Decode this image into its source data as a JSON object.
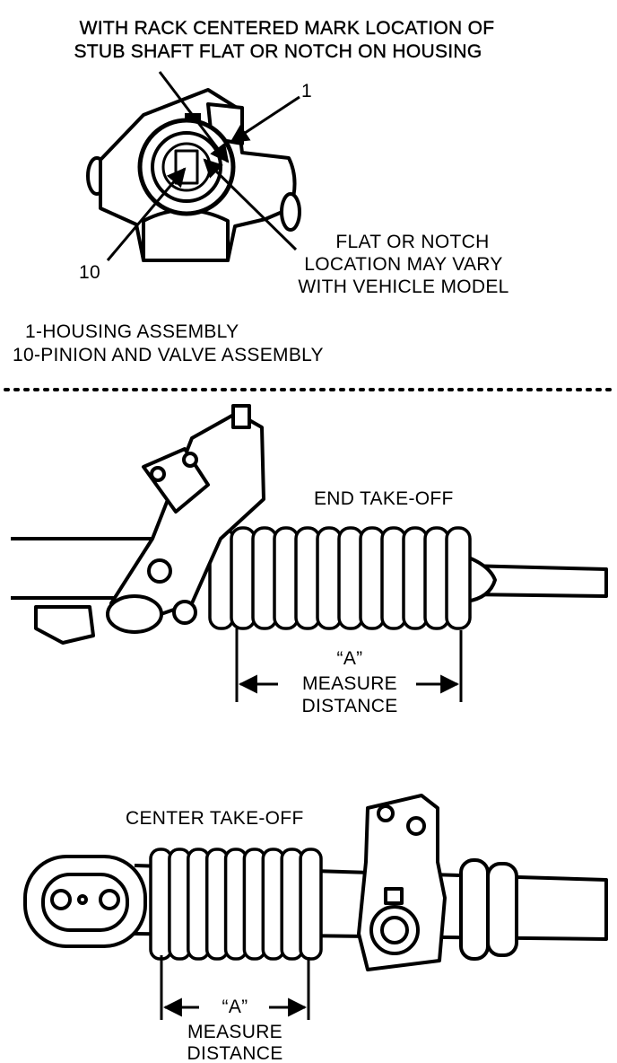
{
  "top": {
    "heading_line1": "WITH RACK CENTERED MARK LOCATION OF",
    "heading_line2": "STUB SHAFT FLAT OR NOTCH ON HOUSING",
    "callout_1": "1",
    "callout_10": "10",
    "note_line1": "FLAT OR NOTCH",
    "note_line2": "LOCATION MAY VARY",
    "note_line3": "WITH VEHICLE MODEL",
    "legend_line1": "1-HOUSING ASSEMBLY",
    "legend_line2": "10-PINION AND VALVE ASSEMBLY"
  },
  "end_takeoff": {
    "title": "END TAKE-OFF",
    "dim_label": "“A”",
    "measure_line1": "MEASURE",
    "measure_line2": "DISTANCE"
  },
  "center_takeoff": {
    "title": "CENTER TAKE-OFF",
    "dim_label": "“A”",
    "measure_line1": "MEASURE",
    "measure_line2": "DISTANCE"
  }
}
